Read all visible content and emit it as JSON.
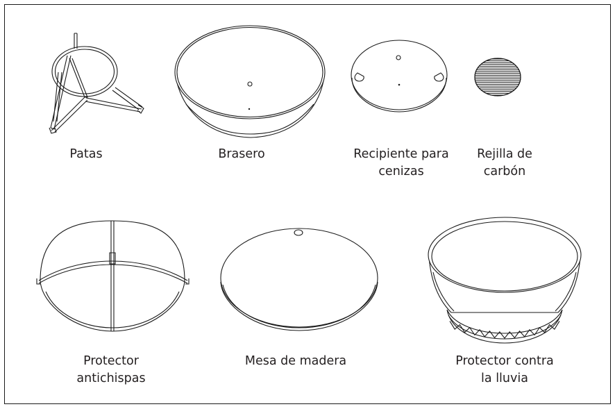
{
  "parts": {
    "legs": {
      "label": "Patas"
    },
    "brazier": {
      "label": "Brasero"
    },
    "ash_pan": {
      "label_line1": "Recipiente para",
      "label_line2": "cenizas"
    },
    "charcoal_grate": {
      "label_line1": "Rejilla de",
      "label_line2": "carbón"
    },
    "spark_screen": {
      "label_line1": "Protector",
      "label_line2": "antichispas"
    },
    "wood_table": {
      "label": "Mesa de madera"
    },
    "rain_cover": {
      "label_line1": "Protector contra",
      "label_line2": "la lluvia"
    }
  }
}
